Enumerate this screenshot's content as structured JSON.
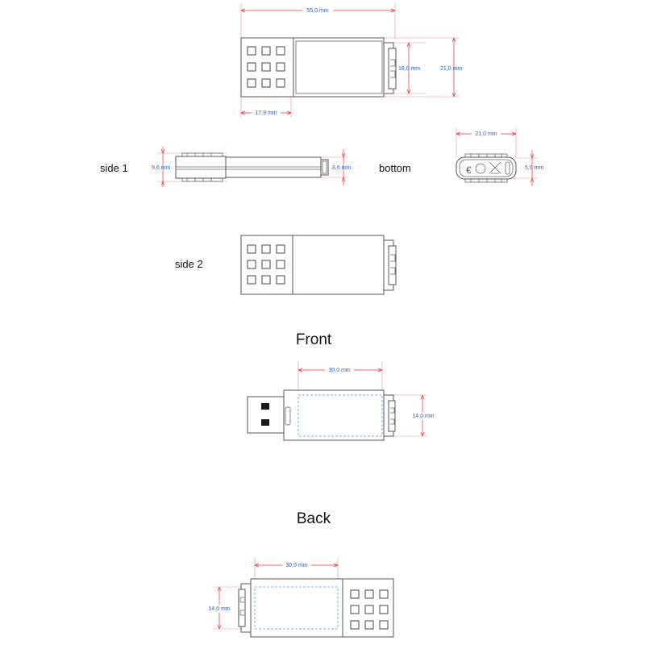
{
  "views": {
    "side1": "side 1",
    "bottom": "bottom",
    "side2": "side 2",
    "front": "Front",
    "back": "Back"
  },
  "dimensions": {
    "top_length": "55,0 mm",
    "top_inner_height": "18,0 mm",
    "top_outer_height": "21,0 mm",
    "top_cap_width": "17,9 mm",
    "side1_left_height": "9,6 mm",
    "side1_right_height": "8,6 mm",
    "bottom_width": "21,0 mm",
    "bottom_height": "5,0 mm",
    "front_print_width": "30,0 mm",
    "front_print_height": "14,0 mm",
    "back_print_width": "30,0 mm",
    "back_print_height": "14,0 mm"
  },
  "colors": {
    "dimension_line": "#e8323c",
    "dimension_text": "#2a63b8",
    "print_area": "#4a9ad8",
    "outline": "#555555"
  }
}
